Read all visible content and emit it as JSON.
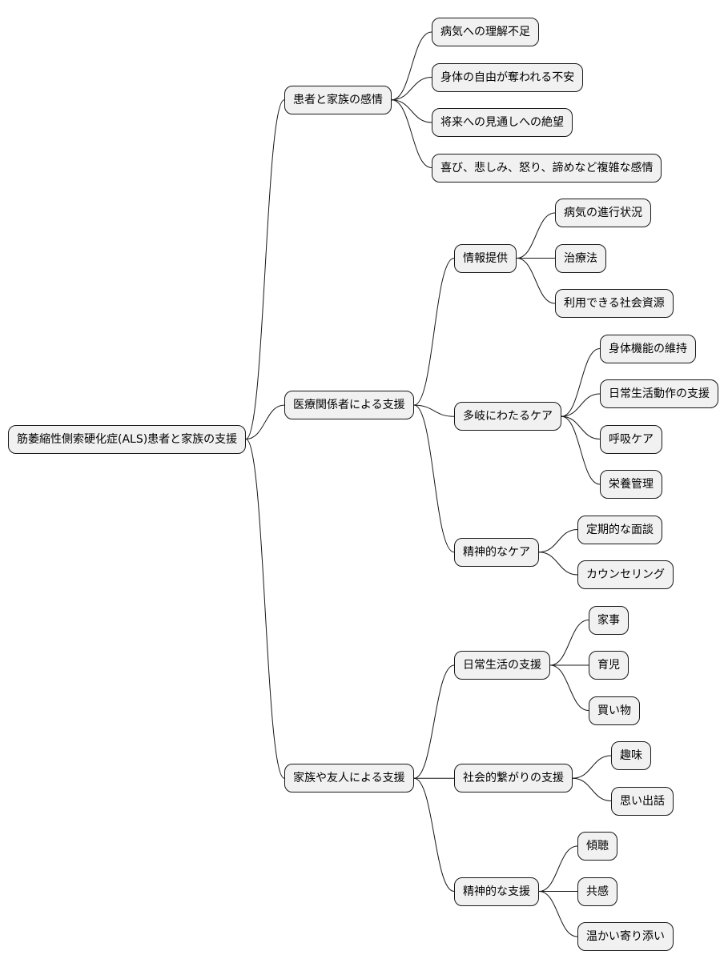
{
  "mindmap": {
    "root": {
      "label": "筋萎縮性側索硬化症(ALS)患者と家族の支援",
      "children": [
        {
          "label": "患者と家族の感情",
          "children": [
            {
              "label": "病気への理解不足"
            },
            {
              "label": "身体の自由が奪われる不安"
            },
            {
              "label": "将来への見通しへの絶望"
            },
            {
              "label": "喜び、悲しみ、怒り、諦めなど複雑な感情"
            }
          ]
        },
        {
          "label": "医療関係者による支援",
          "children": [
            {
              "label": "情報提供",
              "children": [
                {
                  "label": "病気の進行状況"
                },
                {
                  "label": "治療法"
                },
                {
                  "label": "利用できる社会資源"
                }
              ]
            },
            {
              "label": "多岐にわたるケア",
              "children": [
                {
                  "label": "身体機能の維持"
                },
                {
                  "label": "日常生活動作の支援"
                },
                {
                  "label": "呼吸ケア"
                },
                {
                  "label": "栄養管理"
                }
              ]
            },
            {
              "label": "精神的なケア",
              "children": [
                {
                  "label": "定期的な面談"
                },
                {
                  "label": "カウンセリング"
                }
              ]
            }
          ]
        },
        {
          "label": "家族や友人による支援",
          "children": [
            {
              "label": "日常生活の支援",
              "children": [
                {
                  "label": "家事"
                },
                {
                  "label": "育児"
                },
                {
                  "label": "買い物"
                }
              ]
            },
            {
              "label": "社会的繋がりの支援",
              "children": [
                {
                  "label": "趣味"
                },
                {
                  "label": "思い出話"
                }
              ]
            },
            {
              "label": "精神的な支援",
              "children": [
                {
                  "label": "傾聴"
                },
                {
                  "label": "共感"
                },
                {
                  "label": "温かい寄り添い"
                }
              ]
            }
          ]
        }
      ]
    }
  }
}
